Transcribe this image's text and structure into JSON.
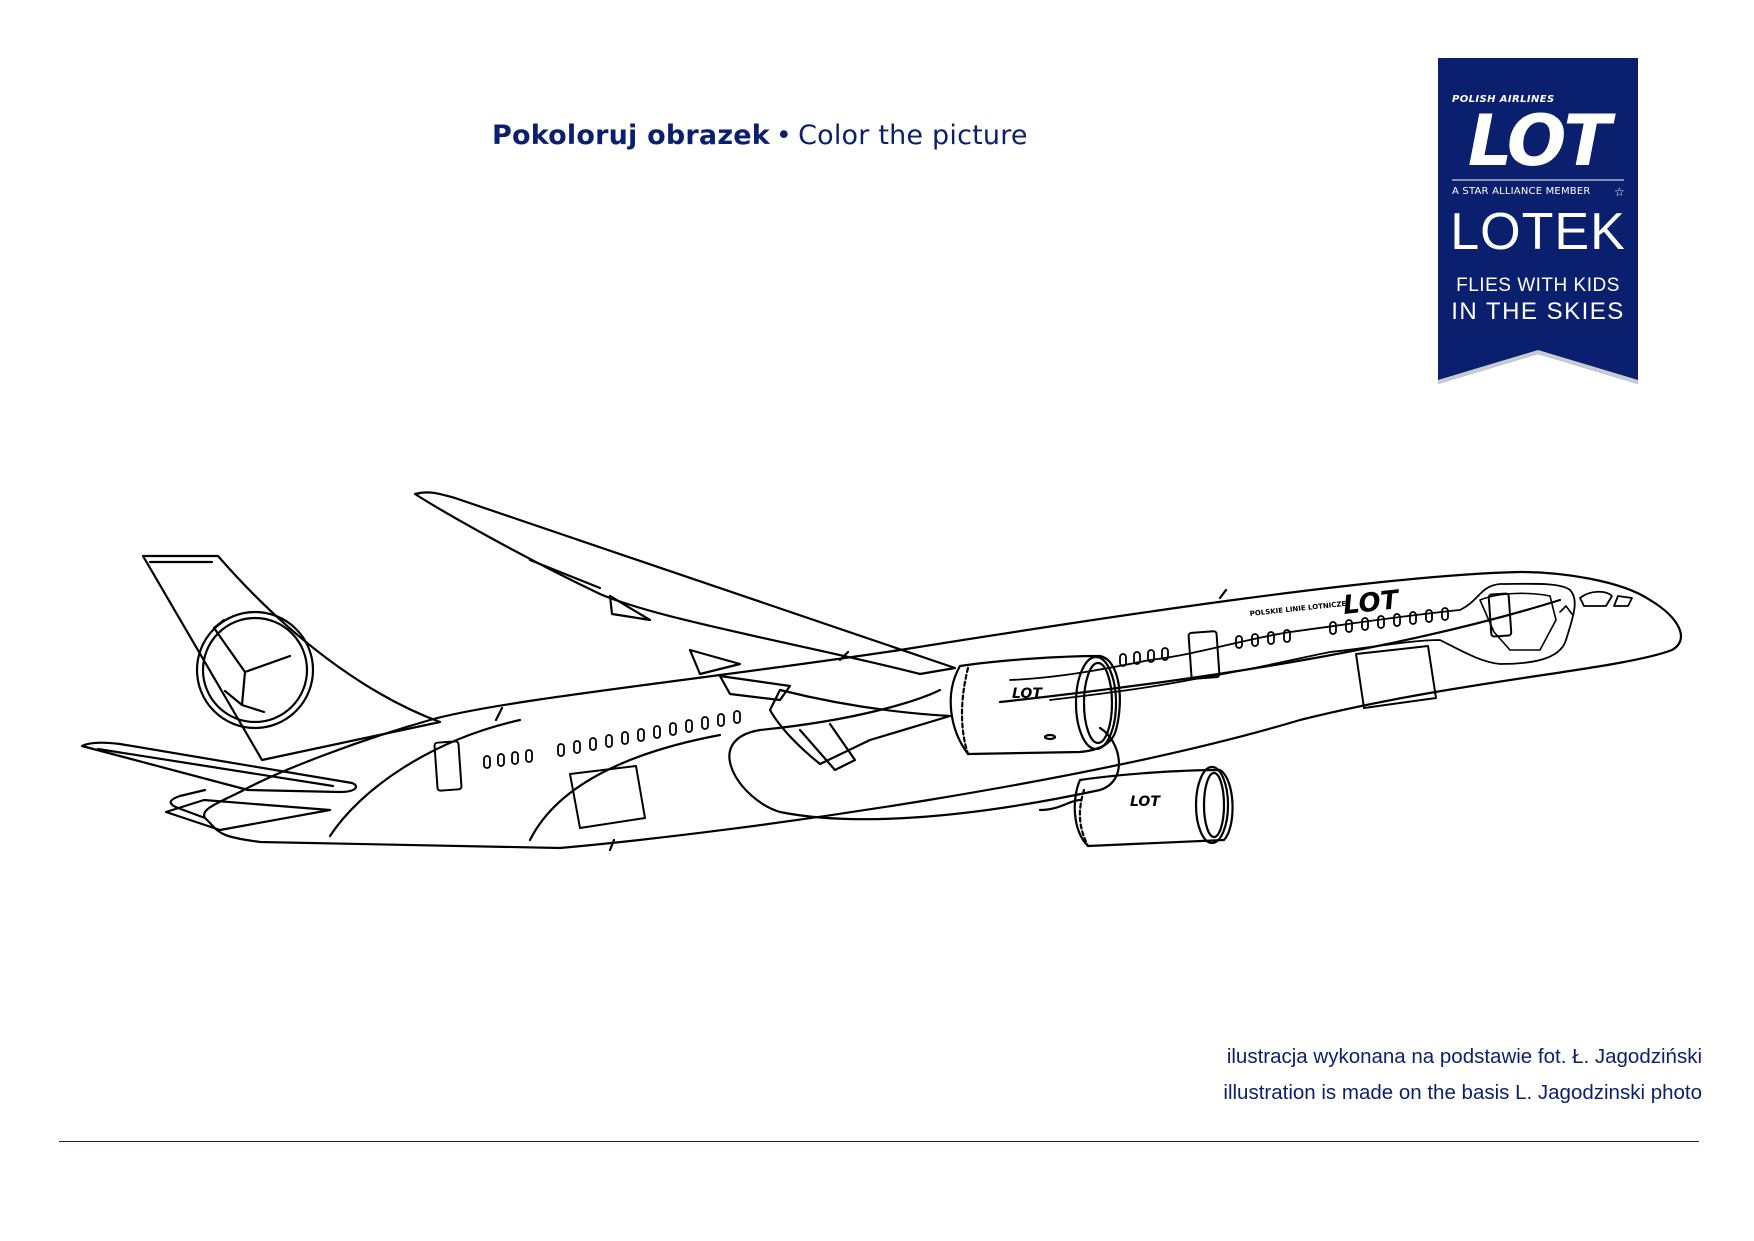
{
  "header": {
    "title_pl": "Pokoloruj obrazek",
    "separator": "•",
    "title_en": "Color the picture"
  },
  "logo": {
    "polish_airlines": "POLISH AIRLINES",
    "brand": "LOT",
    "alliance": "A STAR ALLIANCE MEMBER",
    "name": "LOTEK",
    "tagline_line1": "FLIES WITH KIDS",
    "tagline_line2": "IN THE SKIES",
    "color": "#0a1f6e"
  },
  "aircraft": {
    "livery_small": "POLSKIE LINIE LOTNICZE",
    "livery_brand": "LOT",
    "engine_brand": "LOT"
  },
  "credit": {
    "line_pl": "ilustracja wykonana na podstawie fot. Ł. Jagodziński",
    "line_en": "illustration is made on the basis L. Jagodzinski photo"
  }
}
